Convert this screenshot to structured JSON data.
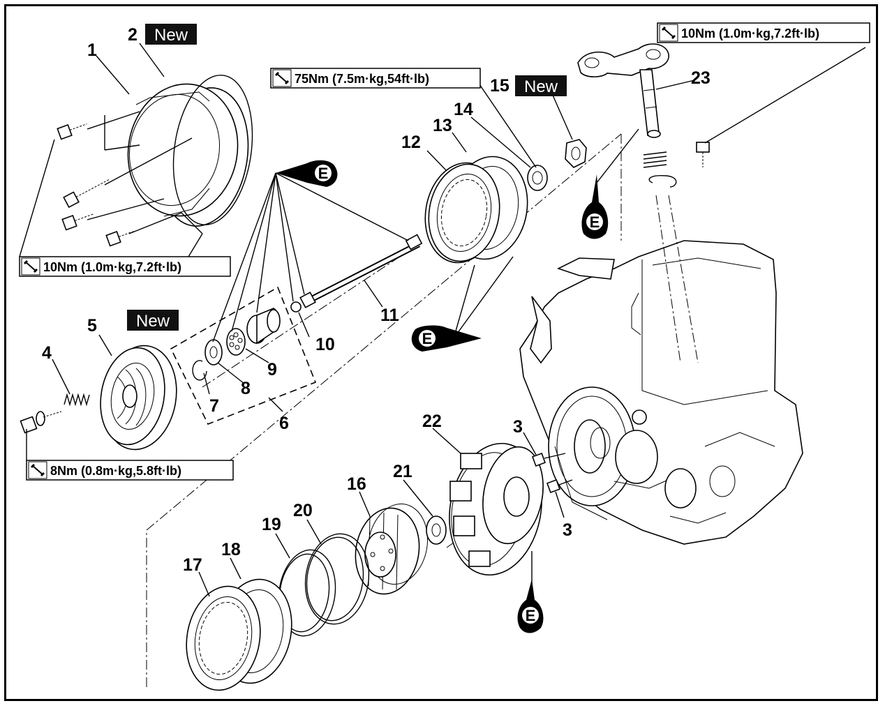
{
  "part_numbers": {
    "p1": "1",
    "p2": "2",
    "p3a": "3",
    "p3b": "3",
    "p4": "4",
    "p5": "5",
    "p6": "6",
    "p7": "7",
    "p8": "8",
    "p9": "9",
    "p10": "10",
    "p11": "11",
    "p12": "12",
    "p13": "13",
    "p14": "14",
    "p15": "15",
    "p16": "16",
    "p17": "17",
    "p18": "18",
    "p19": "19",
    "p20": "20",
    "p21": "21",
    "p22": "22",
    "p23": "23"
  },
  "new_badges": {
    "b2": "New",
    "b15": "New",
    "b7": "New"
  },
  "torque_specs": {
    "t_cover": "10Nm (1.0m·kg,7.2ft·lb)",
    "t_nut": "75Nm (7.5m·kg,54ft·lb)",
    "t_shaft": "10Nm (1.0m·kg,7.2ft·lb)",
    "t_spring": "8Nm (0.8m·kg,5.8ft·lb)"
  },
  "oil_symbols": {
    "o1": "E",
    "o2": "E",
    "o3": "E",
    "o4": "E"
  },
  "colors": {
    "ink": "#000000",
    "paper": "#ffffff",
    "badge": "#111111"
  }
}
